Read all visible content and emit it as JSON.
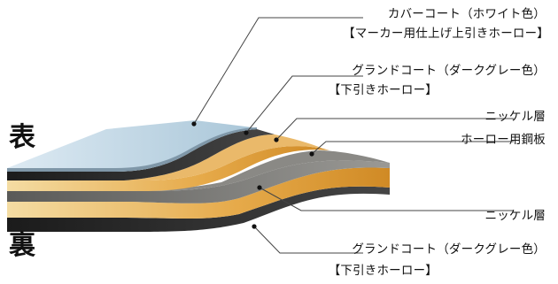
{
  "side_labels": {
    "front": "表",
    "back": "裏"
  },
  "callouts": [
    {
      "id": "cover-coat",
      "line1": "カバーコート（ホワイト色）",
      "line2": "【マーカー用仕上げ上引きホーロー】"
    },
    {
      "id": "ground-coat-top",
      "line1": "グランドコート（ダークグレー色）",
      "line2": "【下引きホーロー】"
    },
    {
      "id": "nickel-top",
      "line1": "ニッケル層"
    },
    {
      "id": "steel-sheet",
      "line1": "ホーロー用鋼板"
    },
    {
      "id": "nickel-bottom",
      "line1": "ニッケル層"
    },
    {
      "id": "ground-coat-bottom",
      "line1": "グランドコート（ダークグレー色）",
      "line2": "【下引きホーロー】"
    }
  ],
  "colors": {
    "cover": "#cfe2ee",
    "dark": "#2c2c2c",
    "nickel": "#e2a545",
    "steel": "#7d7c78",
    "leader": "#444444"
  }
}
